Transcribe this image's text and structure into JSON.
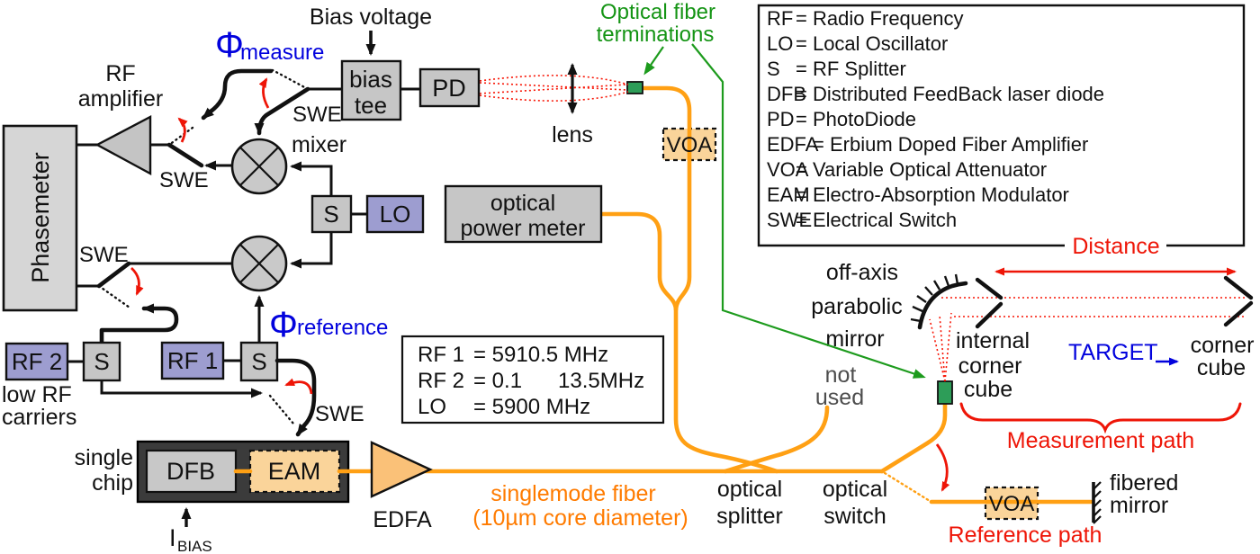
{
  "colors": {
    "fiber_orange": "#ffa014",
    "accent_green": "#1d9b1d",
    "accent_blue": "#0202dd",
    "accent_red": "#ee1507",
    "box_gray": "#c6c6c6",
    "box_purple": "#9d9dd0",
    "voa_fill": "#fad49a",
    "chip_dark": "#3b3b3b"
  },
  "legend": {
    "rows": [
      {
        "abbr": "RF",
        "def": "= Radio Frequency"
      },
      {
        "abbr": "LO",
        "def": "= Local Oscillator"
      },
      {
        "abbr": "S",
        "def": "= RF Splitter"
      },
      {
        "abbr": "DFB",
        "def": "= Distributed FeedBack laser diode"
      },
      {
        "abbr": "PD",
        "def": "= PhotoDiode"
      },
      {
        "abbr": "EDFA",
        "def": "= Erbium Doped Fiber Amplifier"
      },
      {
        "abbr": "VOA",
        "def": "= Variable Optical Attenuator"
      },
      {
        "abbr": "EAM",
        "def": "= Electro-Absorption Modulator"
      },
      {
        "abbr": "SWE",
        "def": "= Electrical Switch"
      }
    ]
  },
  "rf_box": {
    "rf1_label": "RF 1",
    "rf1_value": "= 5910.5 MHz",
    "rf2_label": "RF 2",
    "rf2_value": "= 0.1      13.5MHz",
    "lo_label": "LO",
    "lo_value": "= 5900 MHz"
  },
  "labels": {
    "bias_voltage": "Bias voltage",
    "bias_tee_line1": "bias",
    "bias_tee_line2": "tee",
    "pd": "PD",
    "lens": "lens",
    "term_line1": "Optical fiber",
    "term_line2": "terminations",
    "phi": "Φ",
    "measure": "measure",
    "reference": "reference",
    "rf_amp_line1": "RF",
    "rf_amp_line2": "amplifier",
    "swe": "SWE",
    "mixer": "mixer",
    "phasemeter": "Phasemeter",
    "s": "S",
    "lo": "LO",
    "rf1": "RF 1",
    "rf2": "RF 2",
    "low_rf_line1": "low RF",
    "low_rf_line2": "carriers",
    "opm_line1": "optical",
    "opm_line2": "power meter",
    "voa": "VOA",
    "dfb": "DFB",
    "eam": "EAM",
    "edfa": "EDFA",
    "single_chip_line1": "single",
    "single_chip_line2": "chip",
    "ibias_main": "I",
    "ibias_sub": "BIAS",
    "fiber_note_line1": "singlemode fiber",
    "fiber_note_line2": "(10µm core diameter)",
    "splitter_line1": "optical",
    "splitter_line2": "splitter",
    "oswitch_line1": "optical",
    "oswitch_line2": "switch",
    "not_used_line1": "not",
    "not_used_line2": "used",
    "mirror_line1": "off-axis",
    "mirror_line2": "parabolic",
    "mirror_line3": "mirror",
    "icc_line1": "internal",
    "icc_line2": "corner",
    "icc_line3": "cube",
    "cc_line1": "corner",
    "cc_line2": "cube",
    "target": "TARGET",
    "distance": "Distance",
    "measurement_path": "Measurement path",
    "reference_path": "Reference path",
    "fm_line1": "fibered",
    "fm_line2": "mirror"
  }
}
